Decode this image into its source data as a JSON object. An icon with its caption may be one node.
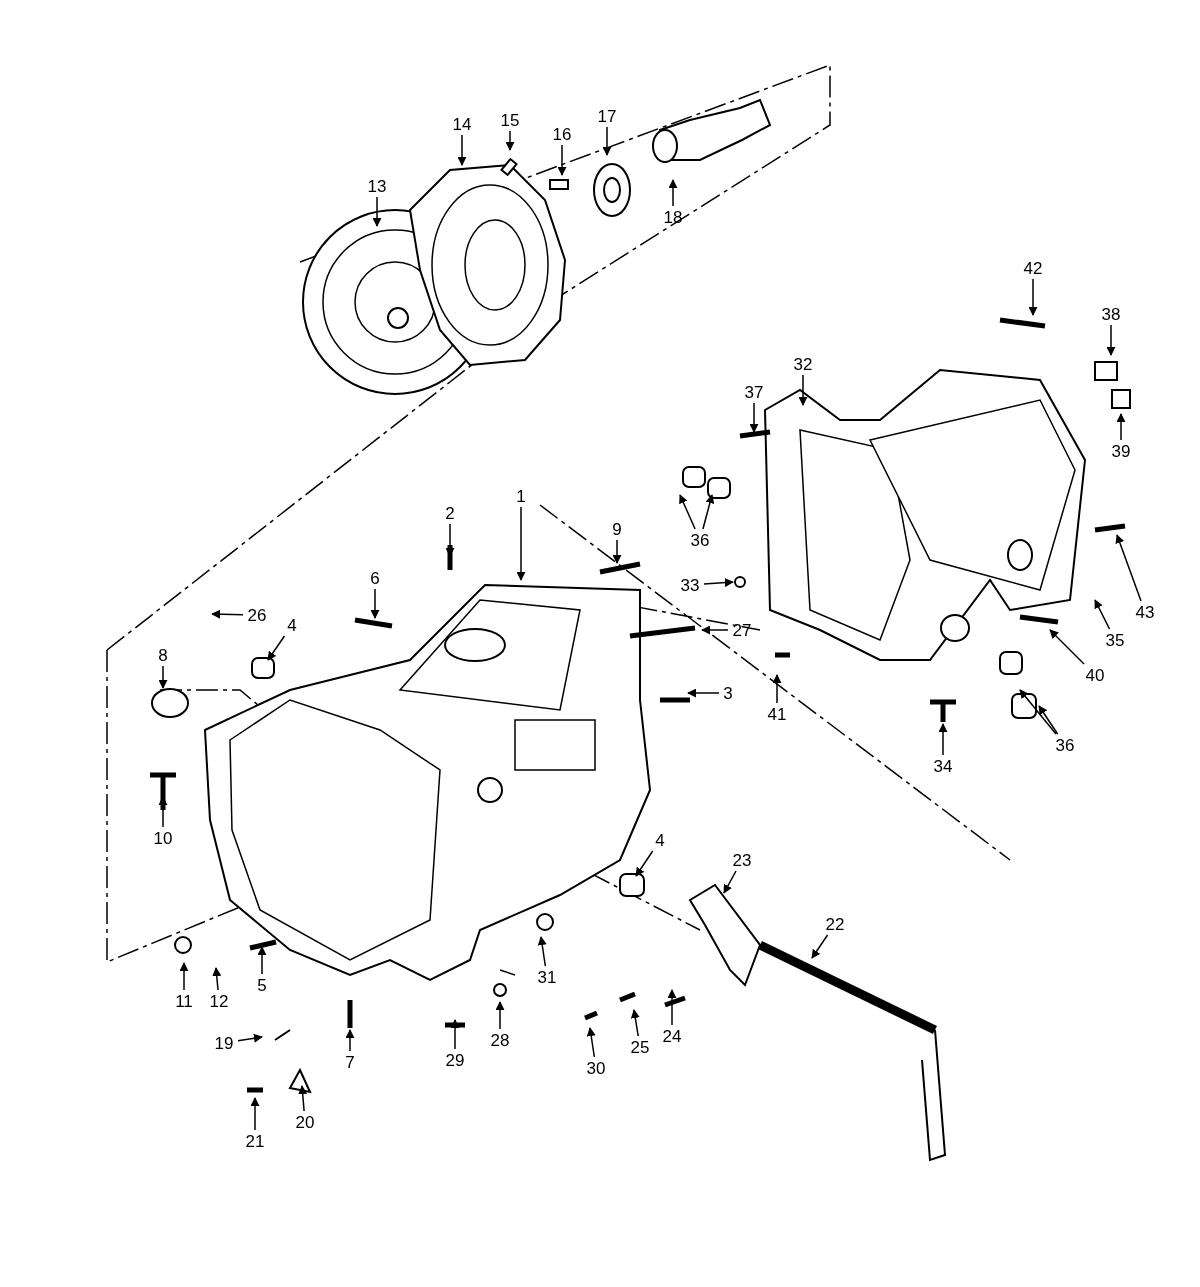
{
  "diagram": {
    "nodes": [
      {
        "text": [
          "15"
        ]
      },
      {
        "text": [
          "14"
        ]
      },
      {
        "text": [
          "16"
        ]
      },
      {
        "text": [
          "17"
        ]
      },
      {
        "text": [
          "13"
        ]
      },
      {
        "text": [
          "18"
        ]
      },
      {
        "text": [
          "42"
        ]
      },
      {
        "text": [
          "38"
        ]
      },
      {
        "text": [
          "32"
        ]
      },
      {
        "text": [
          "37"
        ]
      },
      {
        "text": [
          "39"
        ]
      },
      {
        "text": [
          "36"
        ]
      },
      {
        "text": [
          "2"
        ]
      },
      {
        "text": [
          "1"
        ]
      },
      {
        "text": [
          "9"
        ]
      },
      {
        "text": [
          "43"
        ]
      },
      {
        "text": [
          "33"
        ]
      },
      {
        "text": [
          "6"
        ]
      },
      {
        "text": [
          "26"
        ]
      },
      {
        "text": [
          "27"
        ]
      },
      {
        "text": [
          "4"
        ]
      },
      {
        "text": [
          "35"
        ]
      },
      {
        "text": [
          "8"
        ]
      },
      {
        "text": [
          "40"
        ]
      },
      {
        "text": [
          "3"
        ]
      },
      {
        "text": [
          "41"
        ]
      },
      {
        "text": [
          "36"
        ]
      },
      {
        "text": [
          "34"
        ]
      },
      {
        "text": [
          "10"
        ]
      },
      {
        "text": [
          "4"
        ]
      },
      {
        "text": [
          "23"
        ]
      },
      {
        "text": [
          "22"
        ]
      },
      {
        "text": [
          "5"
        ]
      },
      {
        "text": [
          "31"
        ]
      },
      {
        "text": [
          "11"
        ]
      },
      {
        "text": [
          "12"
        ]
      },
      {
        "text": [
          "28"
        ]
      },
      {
        "text": [
          "24"
        ]
      },
      {
        "text": [
          "25"
        ]
      },
      {
        "text": [
          "19"
        ]
      },
      {
        "text": [
          "29"
        ]
      },
      {
        "text": [
          "7"
        ]
      },
      {
        "text": [
          "30"
        ]
      },
      {
        "text": [
          "20"
        ]
      },
      {
        "text": [
          "21"
        ]
      }
    ],
    "edges": [
      {
        "from": 0,
        "to": null,
        "arrow": "to"
      },
      {
        "from": 1,
        "to": null,
        "arrow": "to"
      },
      {
        "from": 2,
        "to": null,
        "arrow": "to"
      },
      {
        "from": 3,
        "to": null,
        "arrow": "to"
      },
      {
        "from": 4,
        "to": null,
        "arrow": "to"
      },
      {
        "from": 5,
        "to": null,
        "arrow": "to"
      },
      {
        "from": 6,
        "to": null,
        "arrow": "to"
      },
      {
        "from": 7,
        "to": null,
        "arrow": "to"
      },
      {
        "from": 8,
        "to": null,
        "arrow": "to"
      },
      {
        "from": 9,
        "to": null,
        "arrow": "to"
      },
      {
        "from": 10,
        "to": null,
        "arrow": "to"
      },
      {
        "from": 11,
        "to": null,
        "arrow": "to"
      },
      {
        "from": 11,
        "to": null,
        "arrow": "to"
      },
      {
        "from": 12,
        "to": null,
        "arrow": "to"
      },
      {
        "from": 13,
        "to": null,
        "arrow": "to"
      },
      {
        "from": 14,
        "to": null,
        "arrow": "to"
      },
      {
        "from": 15,
        "to": null,
        "arrow": "to"
      },
      {
        "from": 16,
        "to": null,
        "arrow": "to"
      },
      {
        "from": 17,
        "to": null,
        "arrow": "to"
      },
      {
        "from": 18,
        "to": null,
        "arrow": "to"
      },
      {
        "from": 19,
        "to": null,
        "arrow": "to"
      },
      {
        "from": 20,
        "to": null,
        "arrow": "to"
      },
      {
        "from": 21,
        "to": null,
        "arrow": "to"
      },
      {
        "from": 22,
        "to": null,
        "arrow": "to"
      },
      {
        "from": 23,
        "to": null,
        "arrow": "to"
      },
      {
        "from": 24,
        "to": null,
        "arrow": "to"
      },
      {
        "from": 25,
        "to": null,
        "arrow": "to"
      },
      {
        "from": 26,
        "to": null,
        "arrow": "to"
      },
      {
        "from": 26,
        "to": null,
        "arrow": "to"
      },
      {
        "from": 27,
        "to": null,
        "arrow": "to"
      },
      {
        "from": 28,
        "to": null,
        "arrow": "to"
      },
      {
        "from": 29,
        "to": null,
        "arrow": "to"
      },
      {
        "from": 30,
        "to": null,
        "arrow": "to"
      },
      {
        "from": 31,
        "to": null,
        "arrow": "to"
      },
      {
        "from": 32,
        "to": null,
        "arrow": "to"
      },
      {
        "from": 33,
        "to": null,
        "arrow": "to"
      },
      {
        "from": 34,
        "to": null,
        "arrow": "to"
      },
      {
        "from": 35,
        "to": null,
        "arrow": "to"
      },
      {
        "from": 36,
        "to": null,
        "arrow": "to"
      },
      {
        "from": 37,
        "to": null,
        "arrow": "to"
      },
      {
        "from": 38,
        "to": null,
        "arrow": "to"
      },
      {
        "from": 39,
        "to": null,
        "arrow": "to"
      },
      {
        "from": 40,
        "to": null,
        "arrow": "to"
      },
      {
        "from": 41,
        "to": null,
        "arrow": "to"
      },
      {
        "from": 42,
        "to": null,
        "arrow": "to"
      },
      {
        "from": 43,
        "to": null,
        "arrow": "to"
      },
      {
        "from": 44,
        "to": null,
        "arrow": "to"
      }
    ]
  }
}
